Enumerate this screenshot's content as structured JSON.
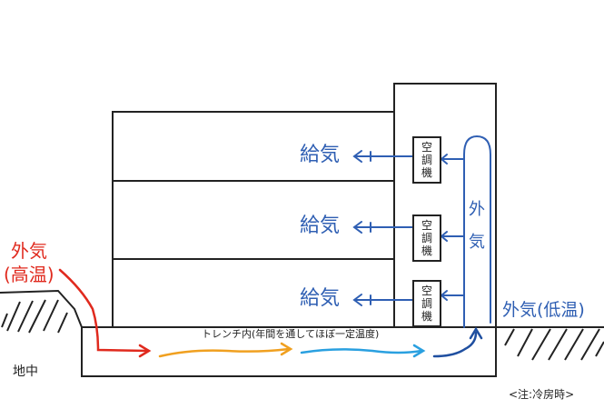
{
  "labels": {
    "supply_air": "給気",
    "outside_air_high_line1": "外気",
    "outside_air_high_line2": "(高温)",
    "outside_air_low": "外気(低温)",
    "outside_air_vertical_1": "外",
    "outside_air_vertical_2": "気",
    "underground": "地中",
    "trench": "トレンチ内(年間を通してほぼ一定温度)",
    "note": "<注:冷房時>"
  },
  "ac_unit": {
    "char1": "空",
    "char2": "調",
    "char3": "機"
  },
  "colors": {
    "supply": "#2f5fb3",
    "hot": "#e02a1e",
    "warm": "#f0a020",
    "cool": "#2aa0e0",
    "cold": "#1f4fa0",
    "line": "#222222"
  }
}
